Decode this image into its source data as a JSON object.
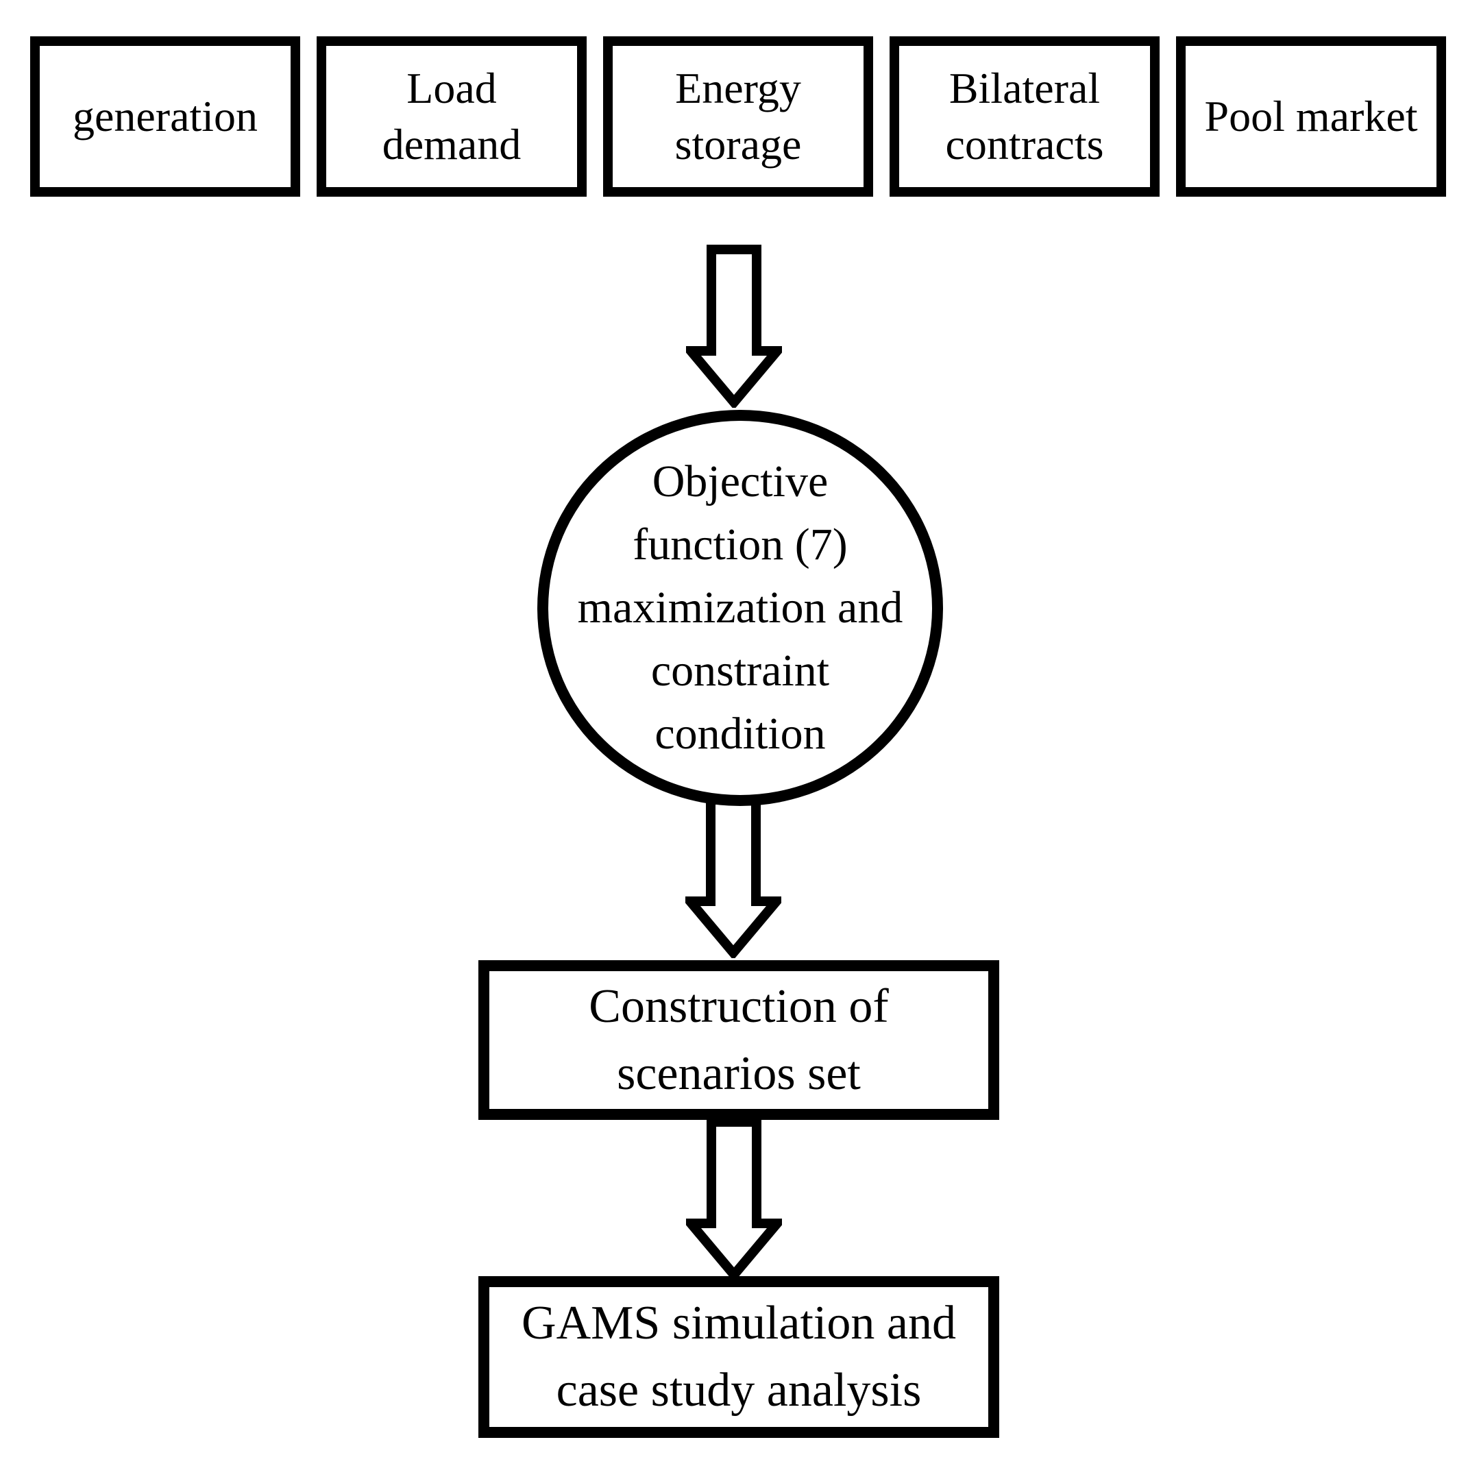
{
  "nodes": {
    "generation": {
      "label": "generation"
    },
    "load_demand": {
      "label": "Load\ndemand"
    },
    "energy_storage": {
      "label": "Energy\nstorage"
    },
    "bilateral_contracts": {
      "label": "Bilateral\ncontracts"
    },
    "pool_market": {
      "label": "Pool market"
    },
    "objective_function": {
      "label": "Objective\nfunction (7)\nmaximization and\nconstraint\ncondition"
    },
    "construction_scenarios": {
      "label": "Construction of\nscenarios set"
    },
    "gams_simulation": {
      "label": "GAMS simulation and\ncase study analysis"
    }
  },
  "arrows": [
    {
      "from": "input_row",
      "to": "objective_function"
    },
    {
      "from": "objective_function",
      "to": "construction_scenarios"
    },
    {
      "from": "construction_scenarios",
      "to": "gams_simulation"
    }
  ],
  "colors": {
    "stroke": "#000000",
    "fill": "#ffffff"
  }
}
